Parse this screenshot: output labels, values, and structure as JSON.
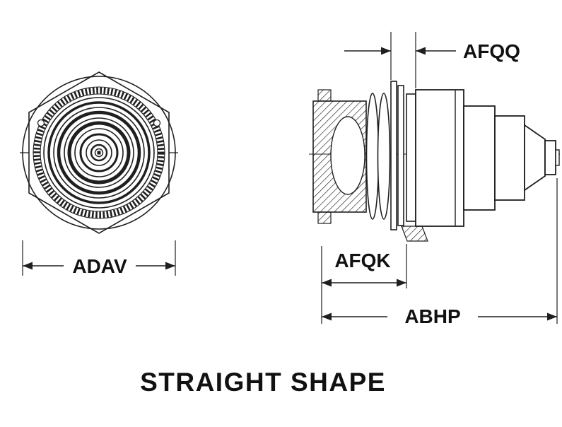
{
  "title": "STRAIGHT SHAPE",
  "dimensions": {
    "front_diameter": "ADAV",
    "panel_gap": "AFQQ",
    "rear_section": "AFQK",
    "overall_length": "ABHP"
  }
}
